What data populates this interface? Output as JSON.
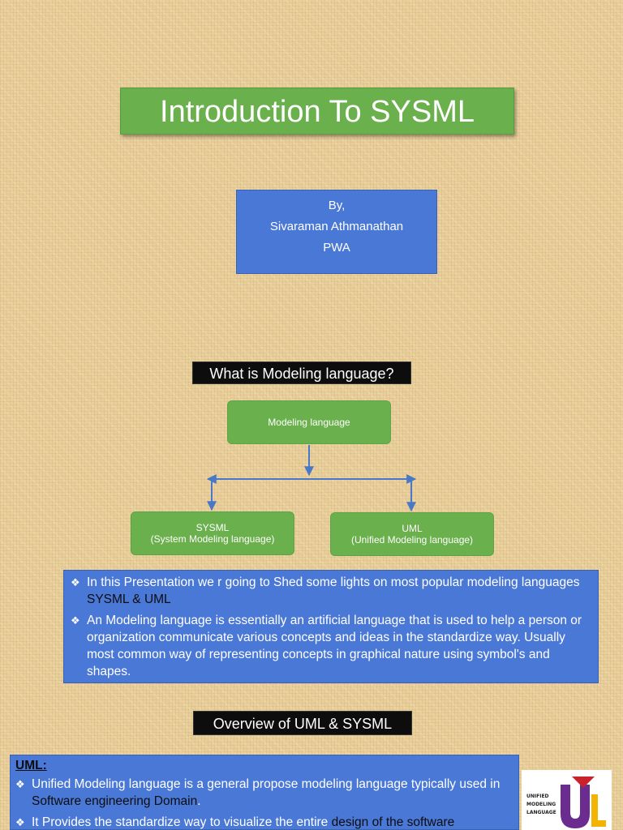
{
  "title": "Introduction To SYSML",
  "author": {
    "by": "By,",
    "name": "Sivaraman Athmanathan",
    "org": "PWA"
  },
  "question": "What is Modeling language?",
  "diagram": {
    "root": "Modeling language",
    "left": {
      "name": "SYSML",
      "desc": "(System Modeling language)"
    },
    "right": {
      "name": "UML",
      "desc": "(Unified Modeling language)"
    }
  },
  "info": {
    "b1_pre": "In this Presentation  we r going to Shed some lights on most popular modeling languages ",
    "b1_hl1": "SYSML",
    "b1_mid": " & ",
    "b1_hl2": "UML",
    "b2": "An Modeling language is essentially an artificial language that is used to help a person or organization communicate various concepts and ideas in the standardize way. Usually most  common  way of representing concepts in graphical nature using symbol's and shapes."
  },
  "overview": "Overview of UML & SYSML",
  "uml": {
    "heading": "UML:",
    "b1_pre": "Unified Modeling language is a general propose modeling language typically used in ",
    "b1_hl": "Software engineering Domain",
    "b1_post": ".",
    "b2_pre": "It Provides the standardize way to visualize the entire ",
    "b2_hl": "design of the software"
  },
  "logo": {
    "line1": "UNIFIED",
    "line2": "MODELING",
    "line3": "LANGUAGE"
  },
  "colors": {
    "green": "#6ab04c",
    "blue": "#4a78d6",
    "dark": "#0d0d0d",
    "background": "#e9cf9c",
    "logo_red": "#c8232c",
    "logo_purple": "#6a2c8e",
    "logo_yellow": "#f2b400"
  }
}
